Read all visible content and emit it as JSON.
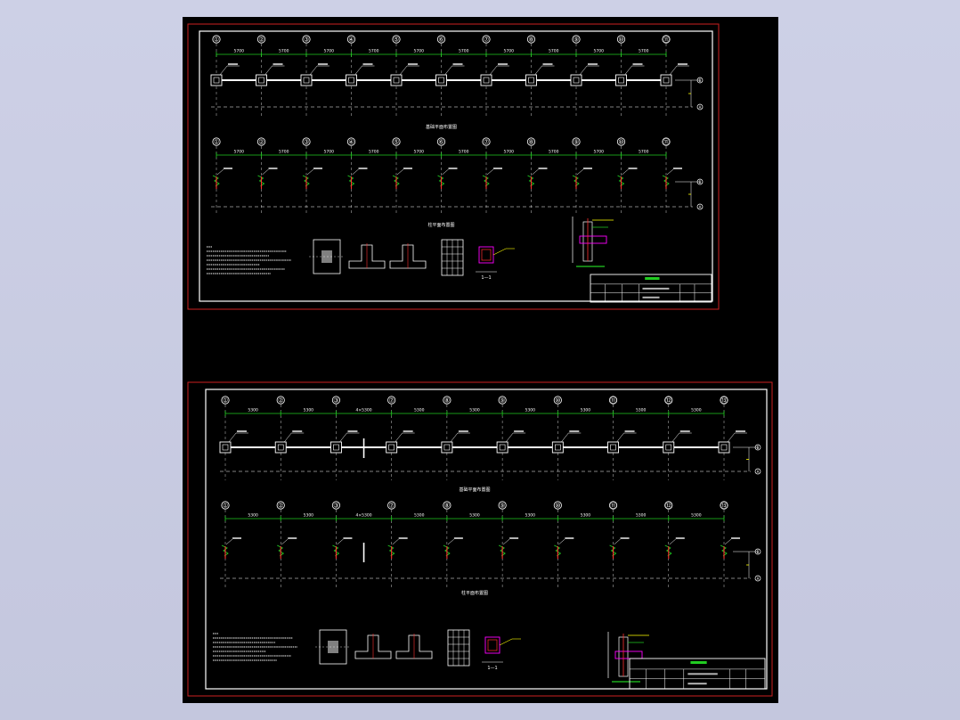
{
  "sheets": [
    {
      "id": "sheet-1",
      "axes": [
        "①",
        "②",
        "③",
        "④",
        "⑤",
        "⑥",
        "⑦",
        "⑧",
        "⑨",
        "⑩",
        "⑪"
      ],
      "dims": [
        "5700",
        "5700",
        "5700",
        "5700",
        "5700",
        "5700",
        "5700",
        "5700",
        "5700",
        "5700"
      ],
      "plan1_title": "基础平面布置图",
      "plan2_title": "柱平面布置图",
      "section_label": "1—1",
      "grid_b": "B",
      "grid_a": "A"
    },
    {
      "id": "sheet-2",
      "axes": [
        "①",
        "②",
        "③",
        "⑦",
        "⑧",
        "⑨",
        "⑩",
        "⑪",
        "⑫",
        "⑬"
      ],
      "dims": [
        "5300",
        "5300",
        "4×5300",
        "5300",
        "5300",
        "5300",
        "5300",
        "5300",
        "5300"
      ],
      "plan1_title": "基础平面布置图",
      "plan2_title": "柱平面布置图",
      "section_label": "1—1",
      "grid_b": "B",
      "grid_a": "A"
    }
  ],
  "colors": {
    "background": "#000000",
    "border_red": "#cc2020",
    "line_white": "#ffffff",
    "dim_green": "#22cc22",
    "text_yellow": "#ffff00",
    "rebar_magenta": "#ff00ff",
    "rebar_red": "#ff3030"
  }
}
